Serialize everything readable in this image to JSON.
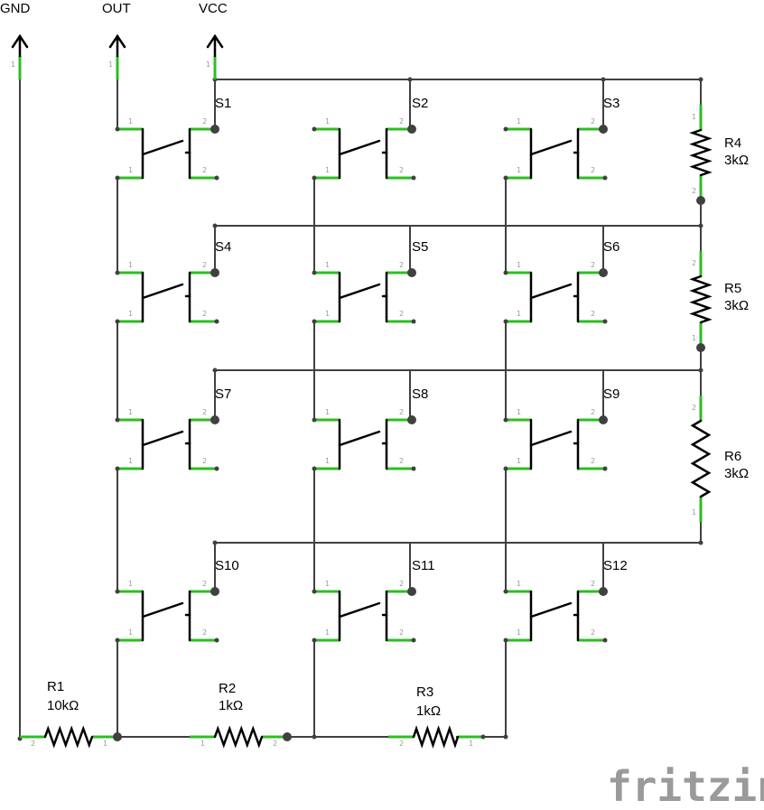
{
  "power": [
    {
      "id": "gnd",
      "label": "GND",
      "pin": "1"
    },
    {
      "id": "out",
      "label": "OUT",
      "pin": "1"
    },
    {
      "id": "vcc",
      "label": "VCC",
      "pin": "1"
    }
  ],
  "switches": [
    {
      "label": "S1"
    },
    {
      "label": "S2"
    },
    {
      "label": "S3"
    },
    {
      "label": "S4"
    },
    {
      "label": "S5"
    },
    {
      "label": "S6"
    },
    {
      "label": "S7"
    },
    {
      "label": "S8"
    },
    {
      "label": "S9"
    },
    {
      "label": "S10"
    },
    {
      "label": "S11"
    },
    {
      "label": "S12"
    }
  ],
  "switch_pins": [
    "1",
    "2"
  ],
  "resistors": [
    {
      "name": "R1",
      "value": "10kΩ",
      "pin_a": "2",
      "pin_b": "1"
    },
    {
      "name": "R2",
      "value": "1kΩ",
      "pin_a": "1",
      "pin_b": "2"
    },
    {
      "name": "R3",
      "value": "1kΩ",
      "pin_a": "2",
      "pin_b": "1"
    },
    {
      "name": "R4",
      "value": "3kΩ",
      "pin_a": "1",
      "pin_b": "2"
    },
    {
      "name": "R5",
      "value": "3kΩ",
      "pin_a": "2",
      "pin_b": "1"
    },
    {
      "name": "R6",
      "value": "3kΩ",
      "pin_a": "2",
      "pin_b": "1"
    }
  ],
  "brand": "fritzing",
  "colors": {
    "wire": "#404040",
    "pin": "#2bbf1f",
    "symbol": "#000000",
    "brand": "#9a9a9a"
  }
}
